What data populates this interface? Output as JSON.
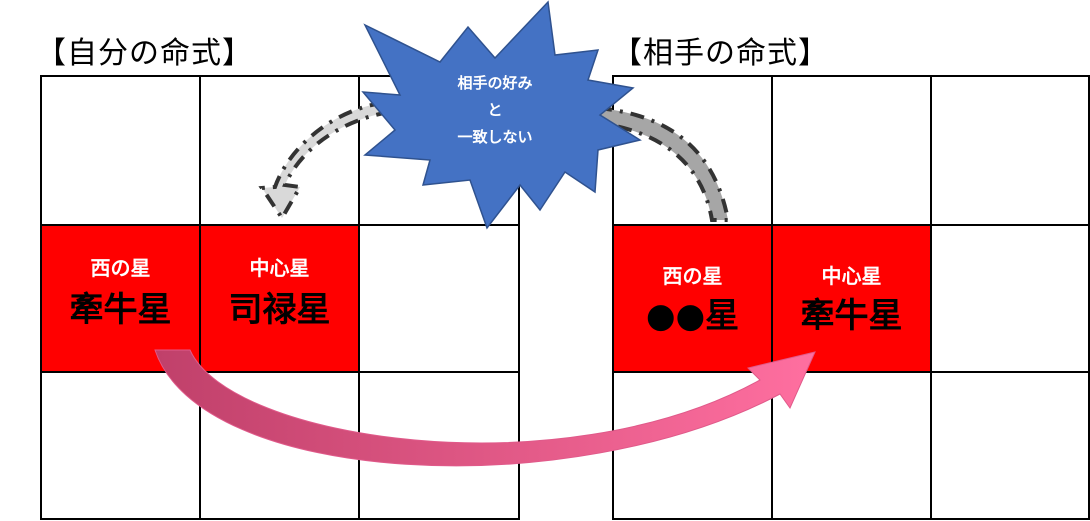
{
  "left": {
    "title": "【自分の命式】",
    "west": {
      "label": "西の星",
      "star": "牽牛星"
    },
    "center": {
      "label": "中心星",
      "star": "司禄星"
    }
  },
  "right": {
    "title": "【相手の命式】",
    "west": {
      "label": "西の星",
      "star": "●●星"
    },
    "center": {
      "label": "中心星",
      "star": "牽牛星"
    }
  },
  "burst": {
    "line1": "相手の好み",
    "line2": "と",
    "line3": "一致しない"
  },
  "colors": {
    "cell_highlight": "#ff0000",
    "burst": "#4472c4",
    "arrow_pink": "#ff6699"
  }
}
